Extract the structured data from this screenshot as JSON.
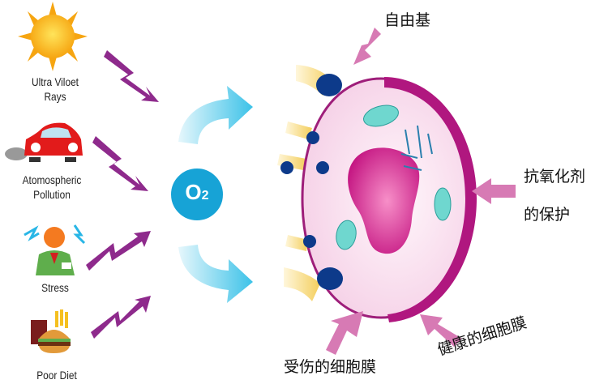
{
  "sources": [
    {
      "label_line1": "Ultra Viloet",
      "label_line2": "Rays",
      "icon": "sun-icon"
    },
    {
      "label_line1": "Atomospheric",
      "label_line2": "Pollution",
      "icon": "car-icon"
    },
    {
      "label_line1": "Stress",
      "icon": "stressed-person-icon"
    },
    {
      "label_line1": "Poor Diet",
      "icon": "fast-food-icon"
    }
  ],
  "oxygen": {
    "label": "O",
    "subscript": "2"
  },
  "cell_labels": {
    "free_radical": "自由基",
    "antioxidant_line1": "抗氧化剂",
    "antioxidant_line2": "的保护",
    "damaged_membrane": "受伤的细胞膜",
    "healthy_membrane": "健康的细胞膜"
  },
  "colors": {
    "zigzag": "#8e2a8c",
    "pink_arrow": "#d77ab4",
    "oxygen": "#17a3d6",
    "membrane": "#b0177f",
    "radical": "#0d3a8a"
  }
}
